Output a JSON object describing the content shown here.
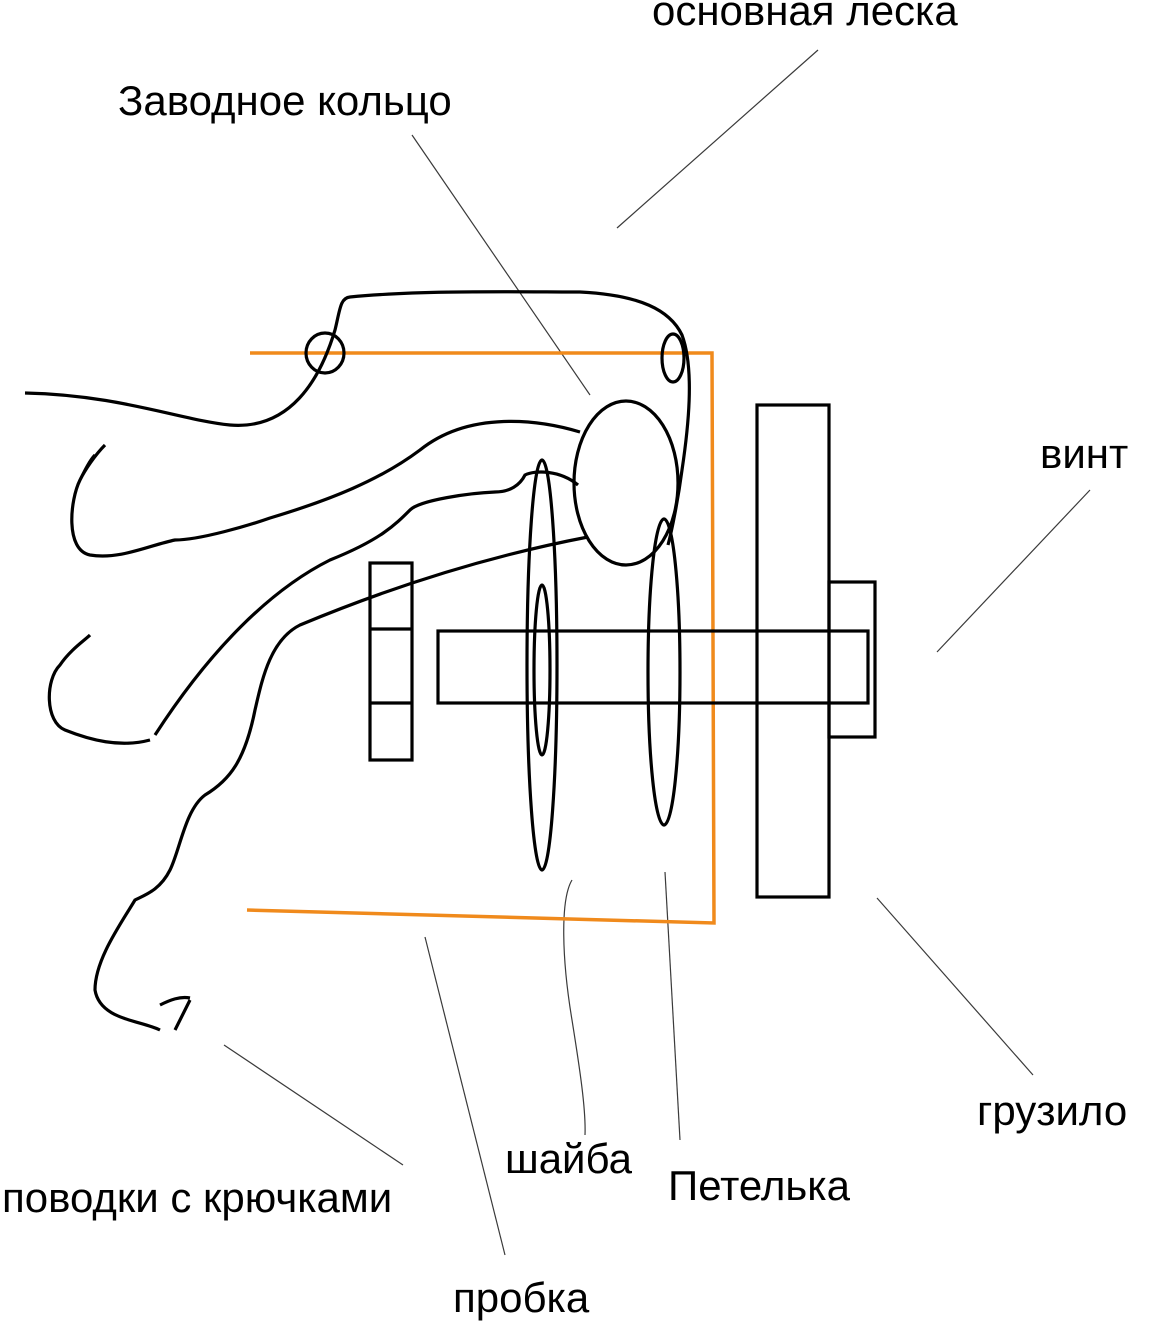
{
  "labels": {
    "main_line": "основная леска",
    "split_ring": "Заводное кольцо",
    "screw": "винт",
    "sinker": "грузило",
    "washer": "шайба",
    "loop": "Петелька",
    "leaders": "поводки с крючками",
    "cork": "пробка"
  },
  "colors": {
    "cork": "#f08a1c",
    "lines": "#000000"
  }
}
